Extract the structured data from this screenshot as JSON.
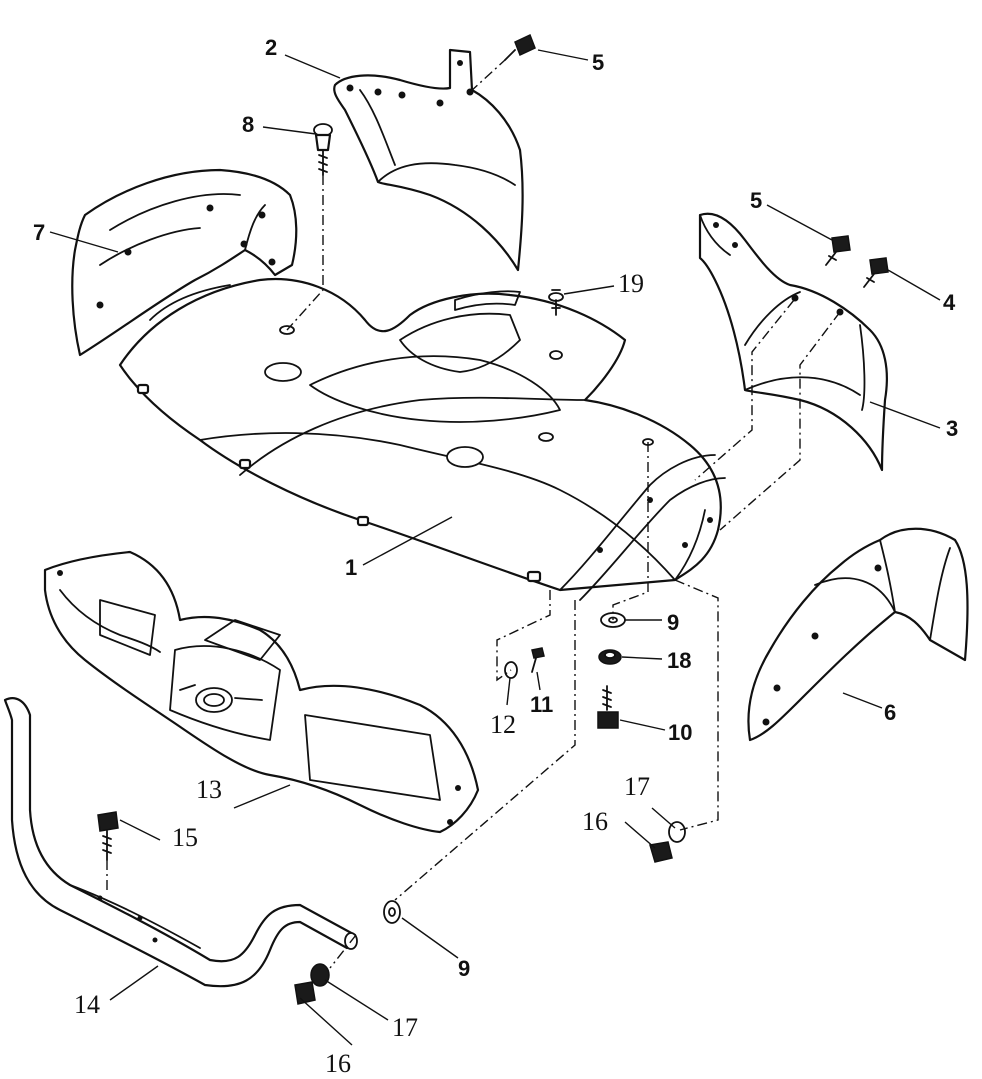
{
  "diagram": {
    "callouts": {
      "c1": "1",
      "c2": "2",
      "c3": "3",
      "c4": "4",
      "c5a": "5",
      "c5b": "5",
      "c6": "6",
      "c7": "7",
      "c8": "8",
      "c9a": "9",
      "c9b": "9",
      "c10": "10",
      "c11": "11",
      "c12": "12",
      "c13": "13",
      "c14": "14",
      "c15": "15",
      "c16a": "16",
      "c16b": "16",
      "c17a": "17",
      "c17b": "17",
      "c18": "18",
      "c19": "19"
    }
  }
}
